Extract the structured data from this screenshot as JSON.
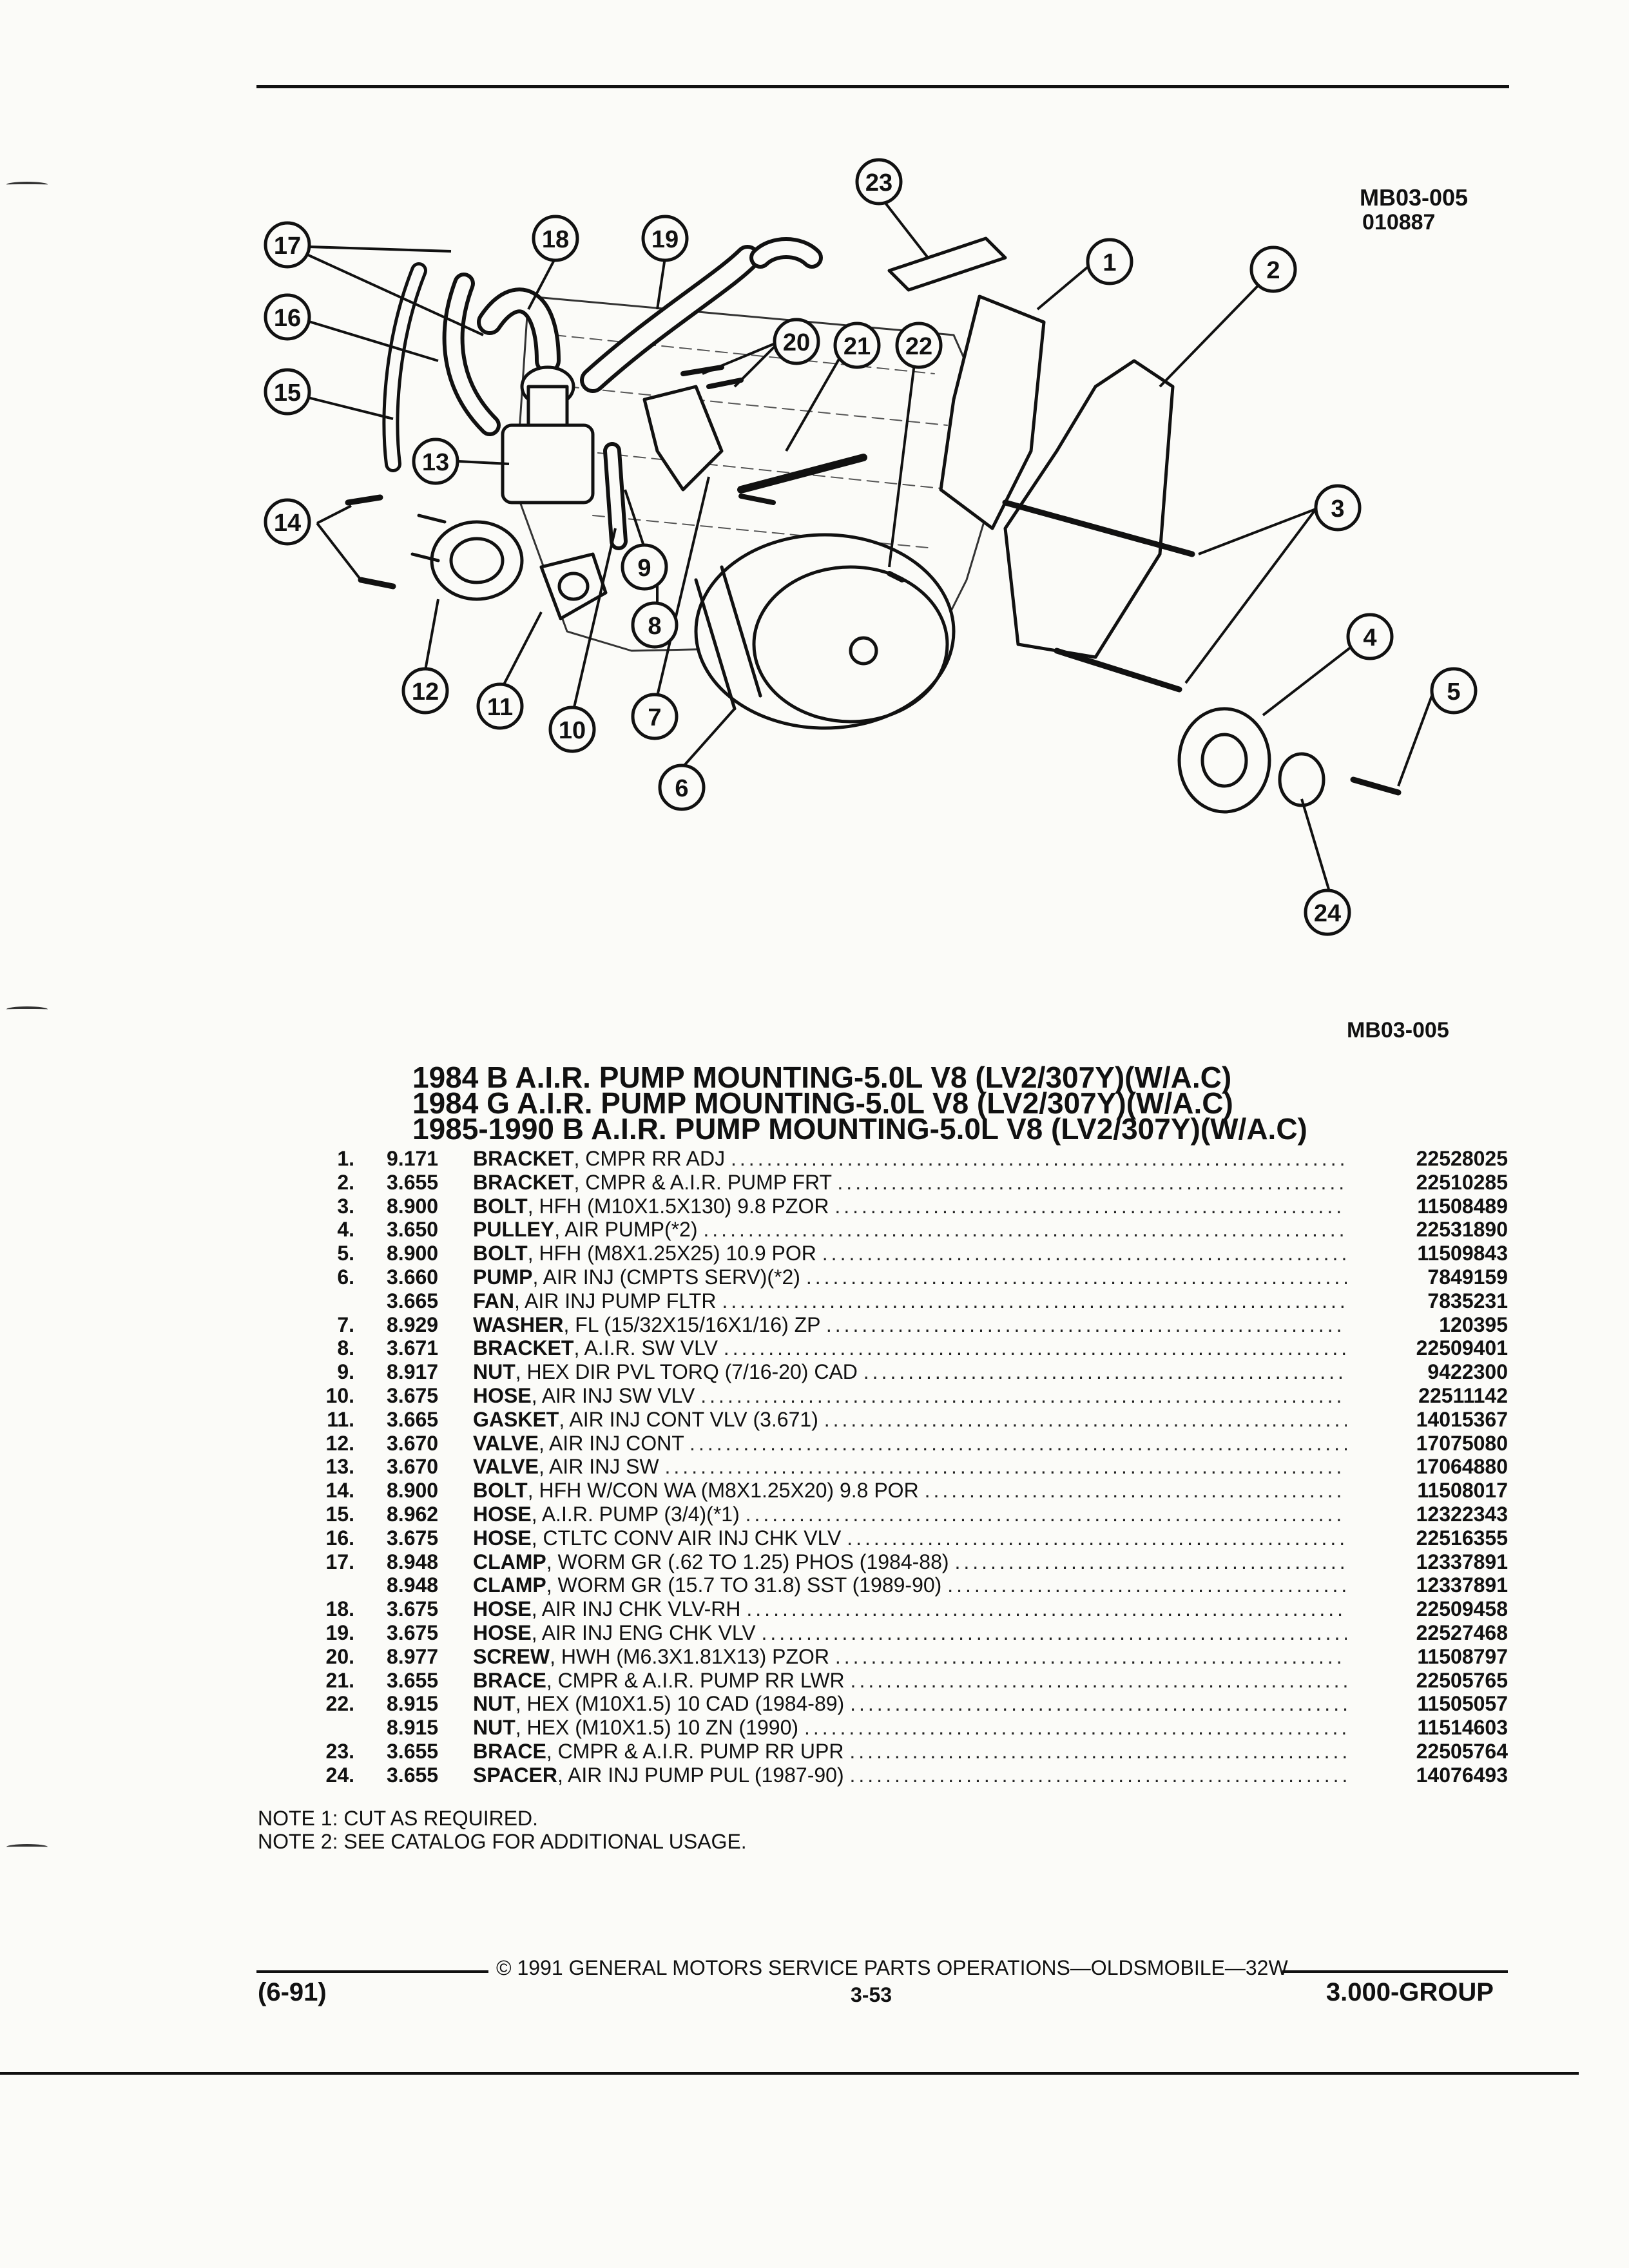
{
  "diagram": {
    "code": "MB03-005",
    "date_code": "010887",
    "code_bottom": "MB03-005",
    "callouts": [
      "1",
      "2",
      "3",
      "4",
      "5",
      "6",
      "7",
      "8",
      "9",
      "10",
      "11",
      "12",
      "13",
      "14",
      "15",
      "16",
      "17",
      "18",
      "19",
      "20",
      "21",
      "22",
      "23",
      "24"
    ]
  },
  "titles": [
    "1984 B A.I.R. PUMP MOUNTING-5.0L V8 (LV2/307Y)(W/A.C)",
    "1984 G A.I.R. PUMP MOUNTING-5.0L V8 (LV2/307Y)(W/A.C)",
    "1985-1990 B A.I.R. PUMP MOUNTING-5.0L V8 (LV2/307Y)(W/A.C)"
  ],
  "parts": [
    {
      "num": "1.",
      "group": "9.171",
      "name": "BRACKET",
      "desc": ", CMPR RR ADJ",
      "pn": "22528025"
    },
    {
      "num": "2.",
      "group": "3.655",
      "name": "BRACKET",
      "desc": ", CMPR & A.I.R. PUMP FRT",
      "pn": "22510285"
    },
    {
      "num": "3.",
      "group": "8.900",
      "name": "BOLT",
      "desc": ", HFH (M10X1.5X130) 9.8 PZOR",
      "pn": "11508489"
    },
    {
      "num": "4.",
      "group": "3.650",
      "name": "PULLEY",
      "desc": ", AIR PUMP(*2)",
      "pn": "22531890"
    },
    {
      "num": "5.",
      "group": "8.900",
      "name": "BOLT",
      "desc": ", HFH (M8X1.25X25) 10.9 POR",
      "pn": "11509843"
    },
    {
      "num": "6.",
      "group": "3.660",
      "name": "PUMP",
      "desc": ", AIR INJ (CMPTS SERV)(*2)",
      "pn": "7849159"
    },
    {
      "num": "",
      "group": "3.665",
      "name": "FAN",
      "desc": ", AIR INJ PUMP FLTR",
      "pn": "7835231"
    },
    {
      "num": "7.",
      "group": "8.929",
      "name": "WASHER",
      "desc": ", FL (15/32X15/16X1/16) ZP",
      "pn": "120395"
    },
    {
      "num": "8.",
      "group": "3.671",
      "name": "BRACKET",
      "desc": ", A.I.R. SW VLV",
      "pn": "22509401"
    },
    {
      "num": "9.",
      "group": "8.917",
      "name": "NUT",
      "desc": ", HEX DIR PVL TORQ (7/16-20) CAD",
      "pn": "9422300"
    },
    {
      "num": "10.",
      "group": "3.675",
      "name": "HOSE",
      "desc": ", AIR INJ SW VLV",
      "pn": "22511142"
    },
    {
      "num": "11.",
      "group": "3.665",
      "name": "GASKET",
      "desc": ", AIR INJ CONT VLV (3.671)",
      "pn": "14015367"
    },
    {
      "num": "12.",
      "group": "3.670",
      "name": "VALVE",
      "desc": ", AIR INJ CONT",
      "pn": "17075080"
    },
    {
      "num": "13.",
      "group": "3.670",
      "name": "VALVE",
      "desc": ", AIR INJ SW",
      "pn": "17064880"
    },
    {
      "num": "14.",
      "group": "8.900",
      "name": "BOLT",
      "desc": ", HFH W/CON WA (M8X1.25X20) 9.8 POR",
      "pn": "11508017"
    },
    {
      "num": "15.",
      "group": "8.962",
      "name": "HOSE",
      "desc": ", A.I.R. PUMP (3/4)(*1)",
      "pn": "12322343"
    },
    {
      "num": "16.",
      "group": "3.675",
      "name": "HOSE",
      "desc": ", CTLTC CONV AIR INJ CHK VLV",
      "pn": "22516355"
    },
    {
      "num": "17.",
      "group": "8.948",
      "name": "CLAMP",
      "desc": ", WORM GR (.62 TO 1.25) PHOS (1984-88)",
      "pn": "12337891"
    },
    {
      "num": "",
      "group": "8.948",
      "name": "CLAMP",
      "desc": ", WORM GR (15.7 TO 31.8) SST (1989-90)",
      "pn": "12337891"
    },
    {
      "num": "18.",
      "group": "3.675",
      "name": "HOSE",
      "desc": ", AIR INJ CHK VLV-RH",
      "pn": "22509458"
    },
    {
      "num": "19.",
      "group": "3.675",
      "name": "HOSE",
      "desc": ", AIR INJ ENG CHK VLV",
      "pn": "22527468"
    },
    {
      "num": "20.",
      "group": "8.977",
      "name": "SCREW",
      "desc": ", HWH (M6.3X1.81X13) PZOR",
      "pn": "11508797"
    },
    {
      "num": "21.",
      "group": "3.655",
      "name": "BRACE",
      "desc": ", CMPR & A.I.R. PUMP RR LWR",
      "pn": "22505765"
    },
    {
      "num": "22.",
      "group": "8.915",
      "name": "NUT",
      "desc": ", HEX (M10X1.5) 10 CAD (1984-89)",
      "pn": "11505057"
    },
    {
      "num": "",
      "group": "8.915",
      "name": "NUT",
      "desc": ", HEX (M10X1.5) 10 ZN (1990)",
      "pn": "11514603"
    },
    {
      "num": "23.",
      "group": "3.655",
      "name": "BRACE",
      "desc": ", CMPR & A.I.R. PUMP RR UPR",
      "pn": "22505764"
    },
    {
      "num": "24.",
      "group": "3.655",
      "name": "SPACER",
      "desc": ", AIR INJ PUMP PUL (1987-90)",
      "pn": "14076493"
    }
  ],
  "dots": "........................................................................................................................",
  "notes": [
    "NOTE  1:  CUT AS REQUIRED.",
    "NOTE  2:  SEE CATALOG FOR ADDITIONAL USAGE."
  ],
  "footer": {
    "copyright": "©  1991  GENERAL MOTORS SERVICE PARTS OPERATIONS—OLDSMOBILE—32W",
    "revision": "(6-91)",
    "page": "3-53",
    "group": "3.000-GROUP"
  }
}
